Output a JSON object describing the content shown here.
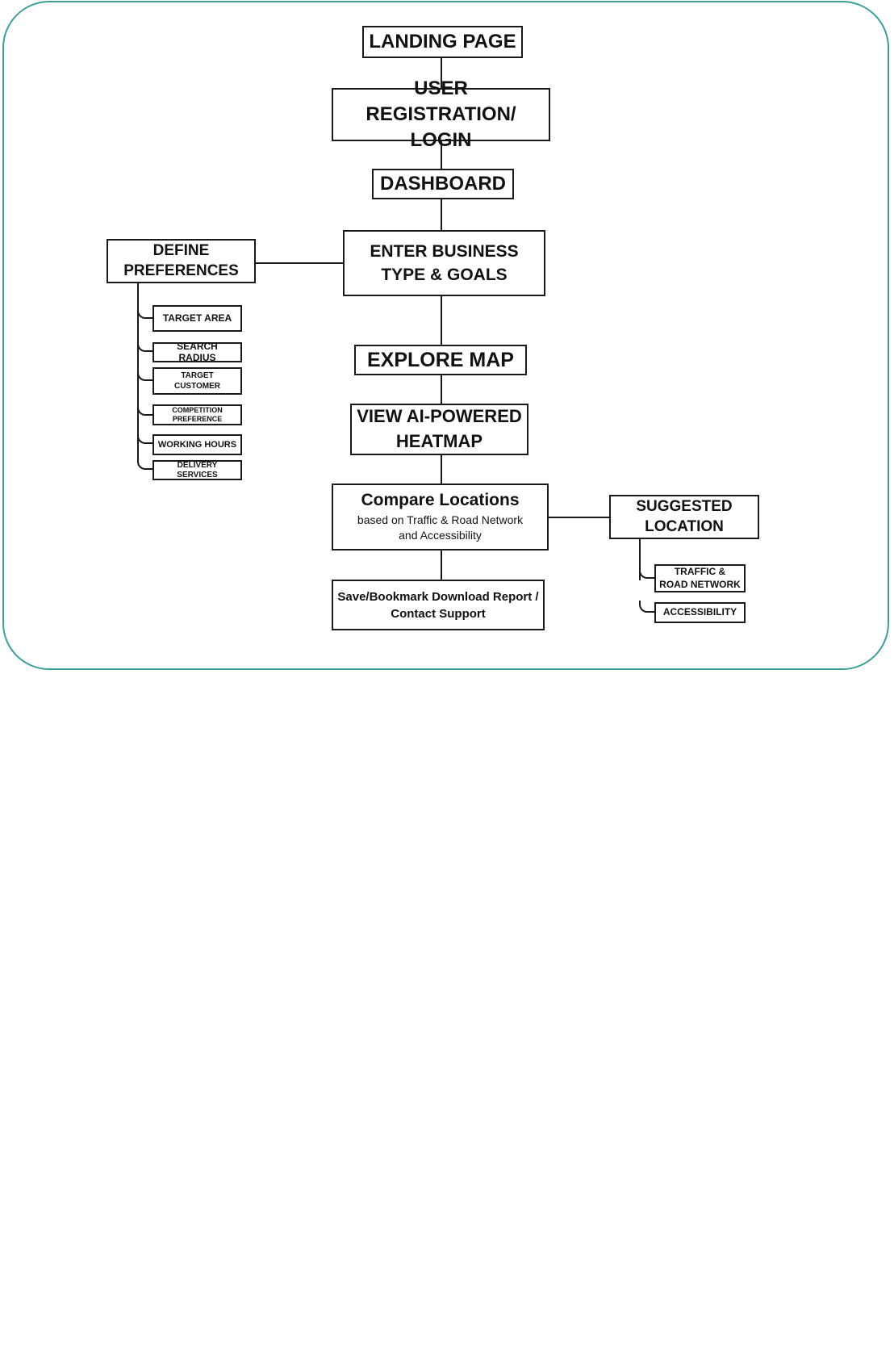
{
  "flowchart": {
    "landing_page": "LANDING PAGE",
    "user_registration": {
      "line1": "USER REGISTRATION/",
      "line2": "LOGIN"
    },
    "dashboard": "DASHBOARD",
    "enter_business": {
      "line1": "ENTER BUSINESS",
      "line2": "TYPE & GOALS"
    },
    "define_preferences": {
      "line1": "DEFINE",
      "line2": "PREFERENCES"
    },
    "preferences": {
      "target_area": "TARGET AREA",
      "search_radius": "SEARCH RADIUS",
      "target_customer": {
        "line1": "TARGET",
        "line2": "CUSTOMER"
      },
      "competition_preference": {
        "line1": "COMPETITION",
        "line2": "PREFERENCE"
      },
      "working_hours": "WORKING HOURS",
      "delivery_services": "DELIVERY SERVICES"
    },
    "explore_map": "EXPLORE MAP",
    "view_heatmap": {
      "line1": "VIEW AI-POWERED",
      "line2": "HEATMAP"
    },
    "compare_locations": {
      "title": "Compare Locations",
      "sub1": "based on Traffic & Road Network",
      "sub2": "and Accessibility"
    },
    "suggested_location": {
      "line1": "SUGGESTED",
      "line2": "LOCATION"
    },
    "suggested_items": {
      "traffic": {
        "line1": "TRAFFIC &",
        "line2": "ROAD NETWORK"
      },
      "accessibility": "ACCESSIBILITY"
    },
    "save_report": {
      "line1": "Save/Bookmark Download Report /",
      "line2": "Contact Support"
    }
  },
  "colors": {
    "card_border": "#3c9e98",
    "box_border": "#1a1a1a",
    "text": "#111111",
    "background": "#ffffff"
  }
}
